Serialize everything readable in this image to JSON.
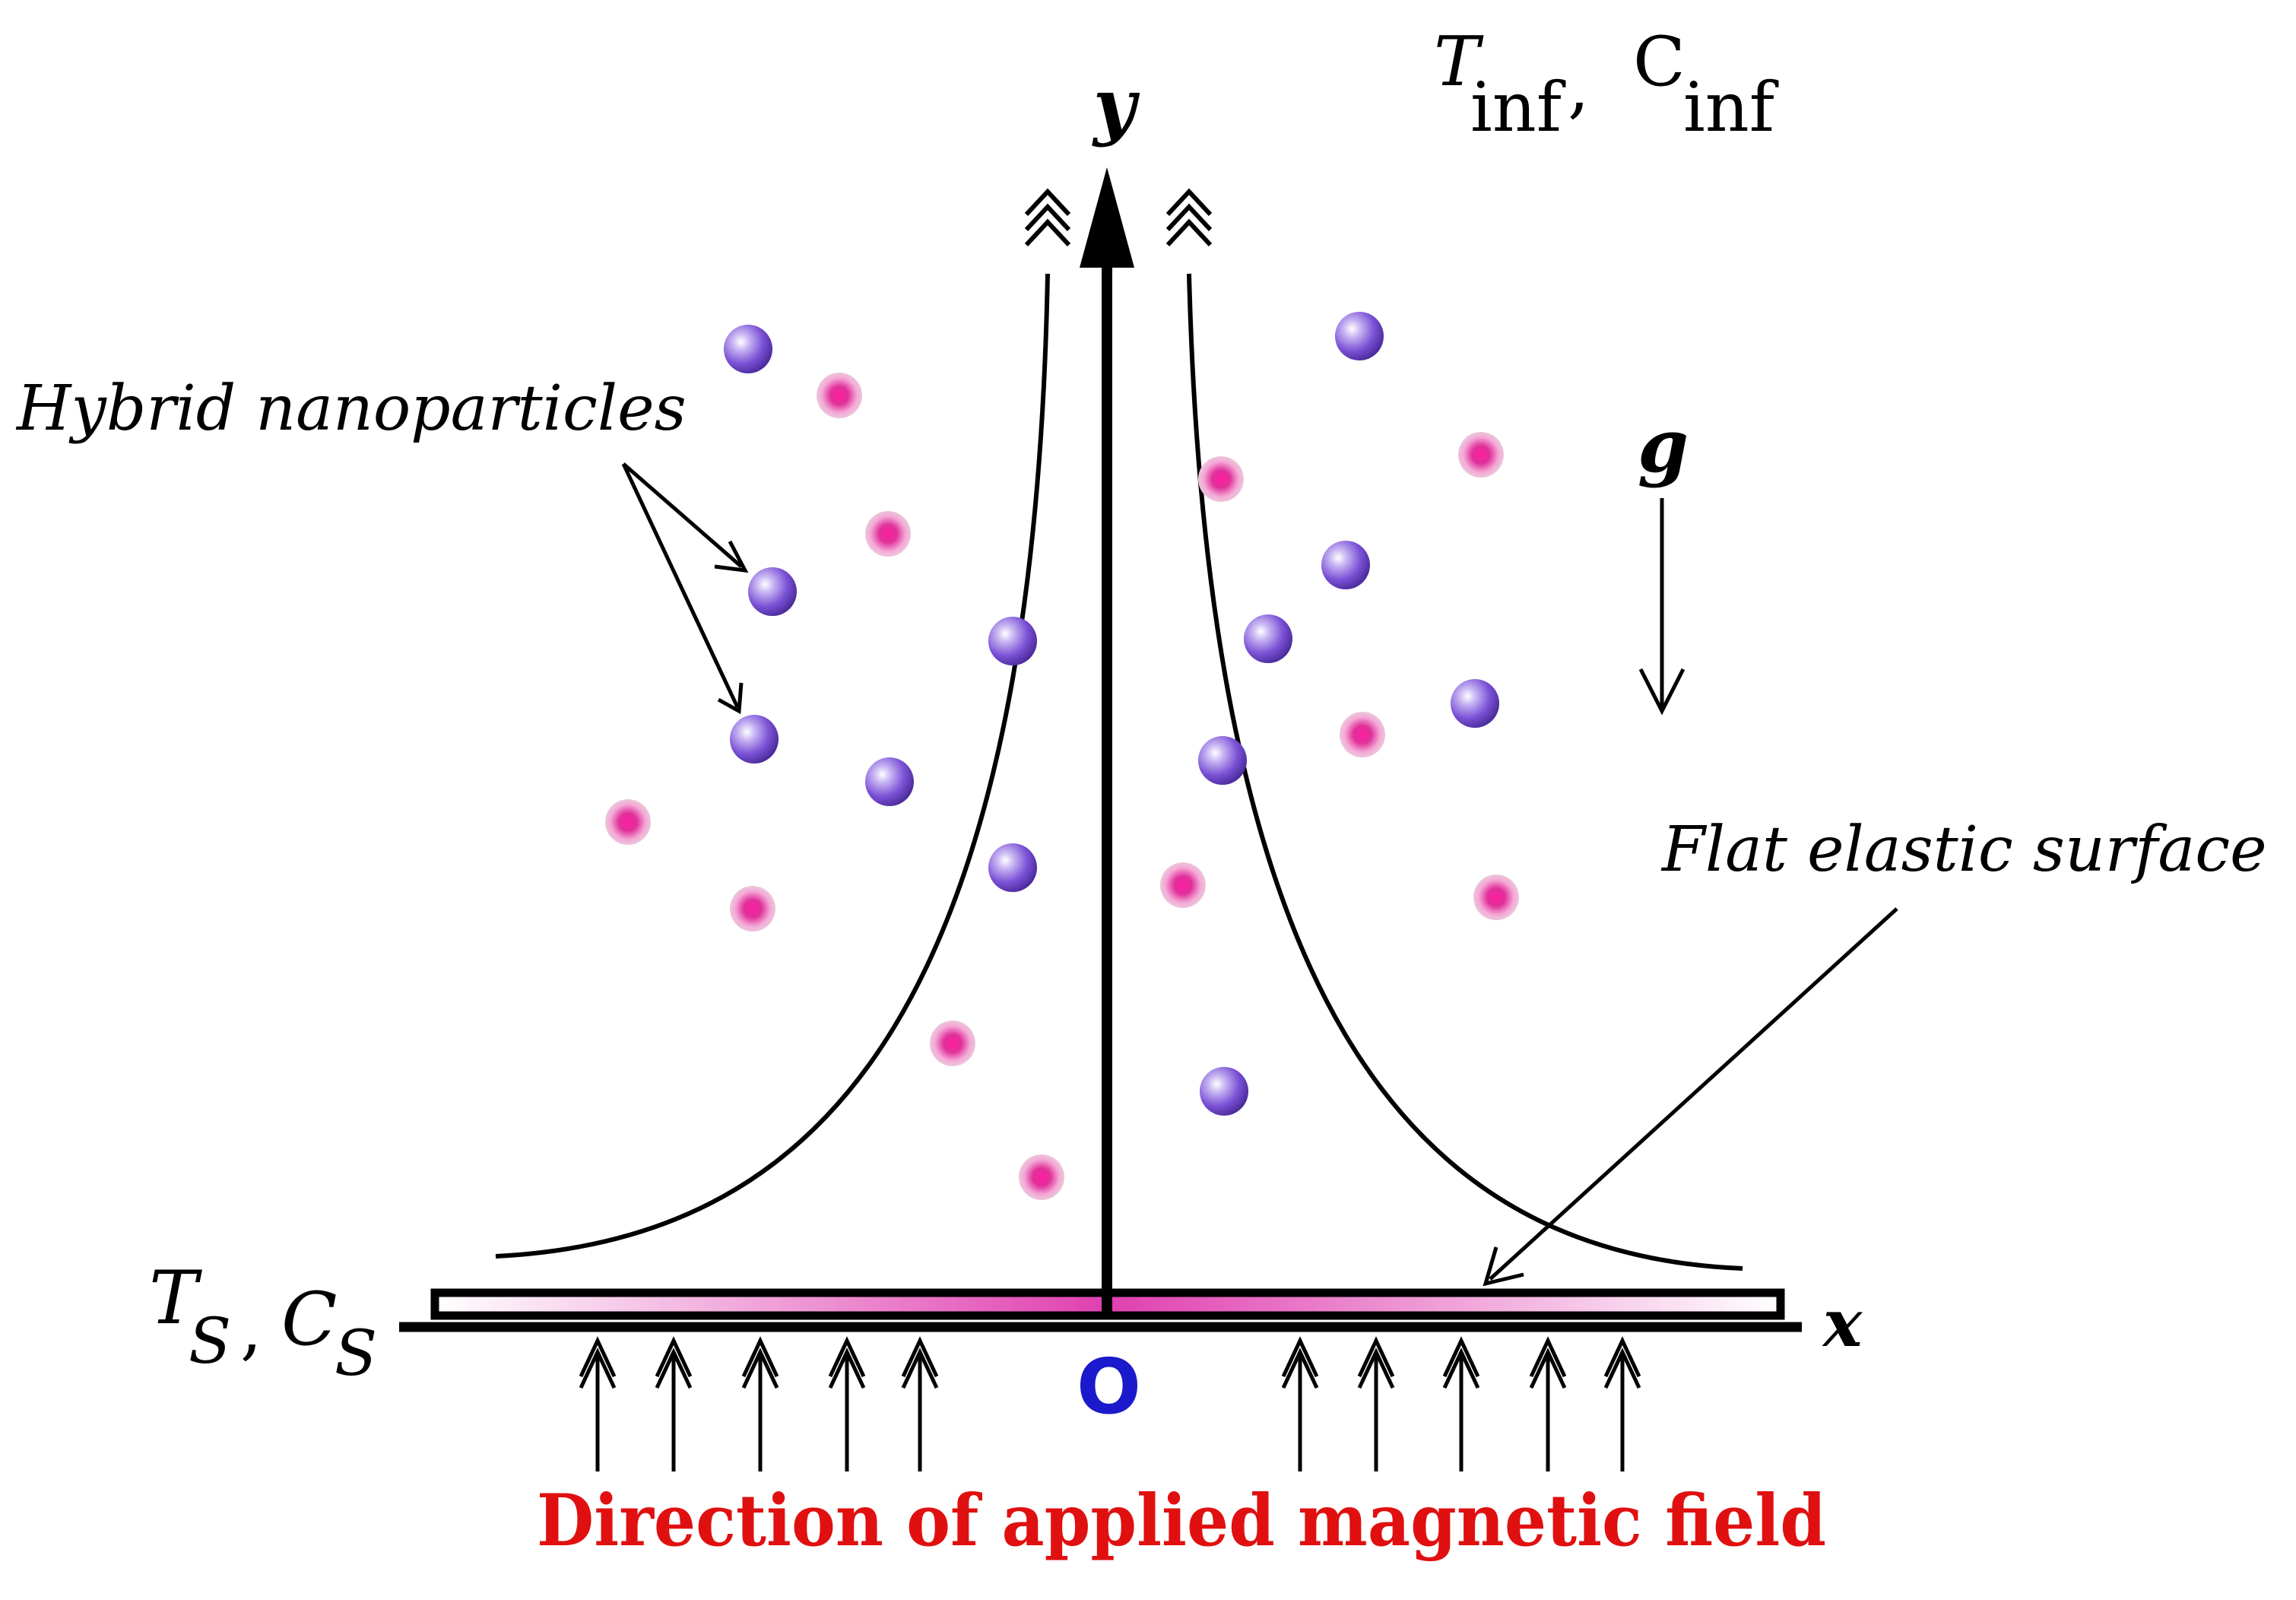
{
  "labels": {
    "y_axis": "y",
    "x_axis": "x",
    "origin": "O",
    "gravity": "g",
    "ambient_T": "T",
    "ambient_T_sub": "inf",
    "ambient_sep": ",",
    "ambient_C": "C",
    "ambient_C_sub": "inf",
    "surface_T": "T",
    "surface_T_sub": "S",
    "surface_sep": ",",
    "surface_C": "C",
    "surface_C_sub": "S",
    "hybrid_nanoparticles": "Hybrid nanoparticles",
    "flat_elastic_surface": "Flat elastic surface",
    "magnetic_field": "Direction of applied magnetic field"
  },
  "colors": {
    "line": "#000000",
    "origin": "#1a1acc",
    "magnetic_text": "#e01010",
    "particle_purple": "#7b52d6",
    "particle_pink": "#e0309a",
    "surface_glow": "#e040b0"
  },
  "particles": [
    {
      "type": "purple"
    },
    {
      "type": "pink"
    },
    {
      "type": "pink"
    },
    {
      "type": "purple"
    },
    {
      "type": "purple"
    },
    {
      "type": "pink"
    },
    {
      "type": "purple"
    },
    {
      "type": "purple"
    },
    {
      "type": "pink"
    },
    {
      "type": "purple"
    },
    {
      "type": "pink"
    },
    {
      "type": "pink"
    },
    {
      "type": "purple"
    },
    {
      "type": "purple"
    },
    {
      "type": "pink"
    },
    {
      "type": "purple"
    },
    {
      "type": "pink"
    },
    {
      "type": "purple"
    },
    {
      "type": "pink"
    },
    {
      "type": "purple"
    },
    {
      "type": "pink"
    },
    {
      "type": "purple"
    },
    {
      "type": "pink"
    }
  ]
}
